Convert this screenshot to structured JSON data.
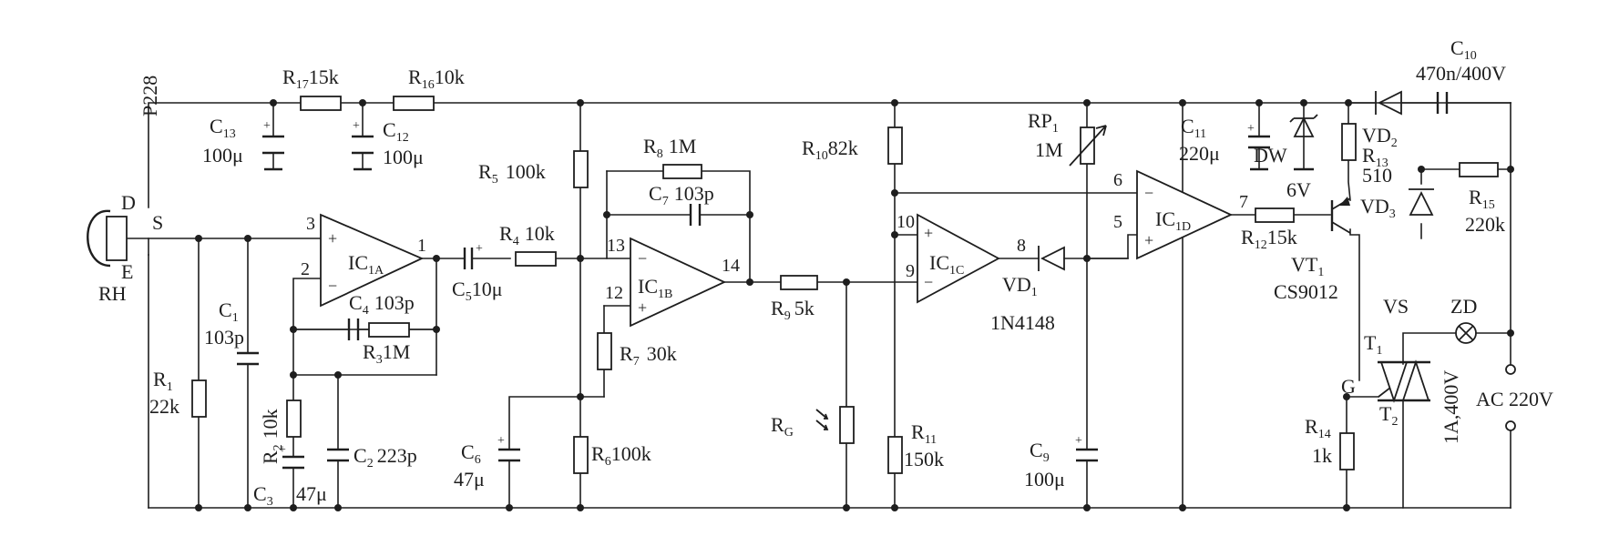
{
  "sensor": {
    "ref": "P228",
    "pin_d": "D",
    "pin_s": "S",
    "pin_e": "E",
    "name": "RH"
  },
  "components": {
    "R17": {
      "ref": "R",
      "sub": "17",
      "value": "15k"
    },
    "R16": {
      "ref": "R",
      "sub": "16",
      "value": "10k"
    },
    "C13": {
      "ref": "C",
      "sub": "13",
      "value": "100μ"
    },
    "C12": {
      "ref": "C",
      "sub": "12",
      "value": "100μ"
    },
    "C1": {
      "ref": "C",
      "sub": "1",
      "value": "103p"
    },
    "R1": {
      "ref": "R",
      "sub": "1",
      "value": "22k"
    },
    "C4": {
      "ref": "C",
      "sub": "4",
      "value": "103p"
    },
    "R3": {
      "ref": "R",
      "sub": "3",
      "value": "1M"
    },
    "R2": {
      "ref": "R",
      "sub": "2",
      "value": "10k"
    },
    "C3": {
      "ref": "C",
      "sub": "3",
      "value": "47μ"
    },
    "C2": {
      "ref": "C",
      "sub": "2",
      "value": "223p"
    },
    "C5": {
      "ref": "C",
      "sub": "5",
      "value": "10μ"
    },
    "R4": {
      "ref": "R",
      "sub": "4",
      "value": "10k"
    },
    "R5": {
      "ref": "R",
      "sub": "5",
      "value": "100k"
    },
    "R8": {
      "ref": "R",
      "sub": "8",
      "value": "1M"
    },
    "C7": {
      "ref": "C",
      "sub": "7",
      "value": "103p"
    },
    "R7": {
      "ref": "R",
      "sub": "7",
      "value": "30k"
    },
    "R6": {
      "ref": "R",
      "sub": "6",
      "value": "100k"
    },
    "C6": {
      "ref": "C",
      "sub": "6",
      "value": "47μ"
    },
    "R9": {
      "ref": "R",
      "sub": "9",
      "value": "5k"
    },
    "RG": {
      "ref": "R",
      "sub": "G"
    },
    "R10": {
      "ref": "R",
      "sub": "10",
      "value": "82k"
    },
    "R11": {
      "ref": "R",
      "sub": "11",
      "value": "150k"
    },
    "VD1": {
      "ref": "VD",
      "sub": "1",
      "value": "1N4148"
    },
    "RP1": {
      "ref": "RP",
      "sub": "1",
      "value": "1M"
    },
    "C9": {
      "ref": "C",
      "sub": "9",
      "value": "100μ"
    },
    "C11": {
      "ref": "C",
      "sub": "11",
      "value": "220μ"
    },
    "DW": {
      "ref": "DW",
      "value": "6V"
    },
    "R12": {
      "ref": "R",
      "sub": "12",
      "value": "15k"
    },
    "R13": {
      "ref": "R",
      "sub": "13",
      "value": "510"
    },
    "VD2": {
      "ref": "VD",
      "sub": "2"
    },
    "VD3": {
      "ref": "VD",
      "sub": "3"
    },
    "C10": {
      "ref": "C",
      "sub": "10",
      "value": "470n/400V"
    },
    "R15": {
      "ref": "R",
      "sub": "15",
      "value": "220k"
    },
    "VT1": {
      "ref": "VT",
      "sub": "1",
      "value": "CS9012"
    },
    "R14": {
      "ref": "R",
      "sub": "14",
      "value": "1k"
    },
    "VS": {
      "ref": "VS",
      "t1": "T",
      "t1_sub": "1",
      "t2": "T",
      "t2_sub": "2",
      "gate": "G",
      "rating": "1A,400V"
    },
    "ZD": {
      "ref": "ZD"
    },
    "AC": {
      "label": "AC 220V"
    }
  },
  "opamps": {
    "IC1A": {
      "ref": "IC",
      "sub": "1A",
      "pin_plus": "3",
      "pin_minus": "2",
      "pin_out": "1"
    },
    "IC1B": {
      "ref": "IC",
      "sub": "1B",
      "pin_minus": "13",
      "pin_plus": "12",
      "pin_out": "14"
    },
    "IC1C": {
      "ref": "IC",
      "sub": "1C",
      "pin_plus": "10",
      "pin_minus": "9",
      "pin_out": "8"
    },
    "IC1D": {
      "ref": "IC",
      "sub": "1D",
      "pin_minus": "6",
      "pin_plus": "5",
      "pin_out": "7"
    }
  },
  "symbols": {
    "plus": "+",
    "minus": "−"
  }
}
